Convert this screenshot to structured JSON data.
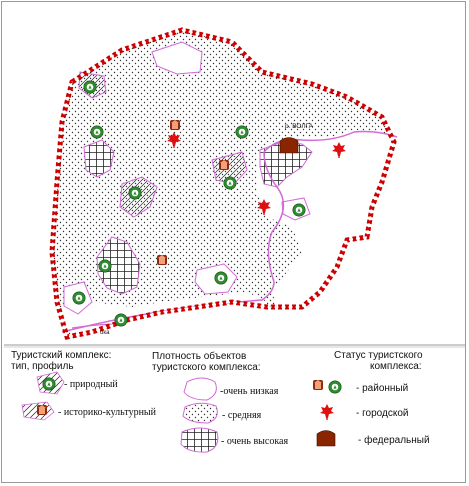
{
  "map": {
    "labels": {
      "river_volga": "р. ВОЛГА",
      "river_oka": "ока"
    }
  },
  "legend": {
    "type_header_line1": "Туристский  комплекс:",
    "type_header_line2": "тип,   профиль",
    "type_natural": "- природный",
    "type_historic": "- историко-культурный",
    "density_header_line1": "Плотность объектов",
    "density_header_line2": "туристского комплекса:",
    "density_very_low": "-очень низкая",
    "density_medium": "- средняя",
    "density_very_high": "- очень высокая",
    "status_header_line1": "Статус туристского",
    "status_header_line2": "комплекса:",
    "status_district": "- районный",
    "status_city": "- городской",
    "status_federal": "- федеральный"
  },
  "colors": {
    "boundary_red": "#cc0000",
    "river_pink": "#d36ad8",
    "natural_icon_green": "#2e8b2e",
    "city_icon_red": "#dd1111",
    "historic_icon_brown": "#8b2a0f",
    "federal_icon_brown": "#8b2500"
  }
}
